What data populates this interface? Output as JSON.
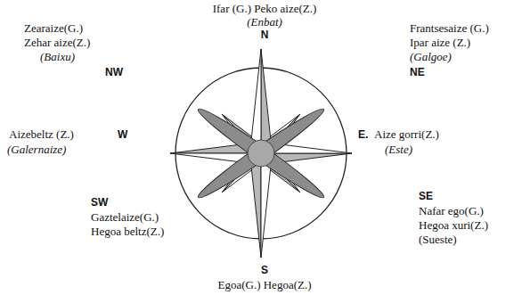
{
  "diagram": {
    "labels": [
      "Ifar (G.) Peko aize(Z.)",
      "(Enbat)",
      "N",
      "Zearaize(G.)",
      "Zehar aize(Z.)",
      "(Baixu)",
      "NW",
      "Frantsesaize (G.)",
      "Ipar aize (Z.)",
      "(Galgoe)",
      "NE",
      "Aizebeltz (Z.)",
      "W",
      "(Galernaize)",
      "E.",
      "Aize gorri(Z.)",
      "(Este)",
      "SW",
      "Gaztelaize(G.)",
      "Hegoa beltz(Z.)",
      "SE",
      "Nafar ego(G.)",
      "Hegoa xuri(Z.)",
      "(Sueste)",
      "S",
      "Egoa(G.) Hegoa(Z.)"
    ]
  }
}
